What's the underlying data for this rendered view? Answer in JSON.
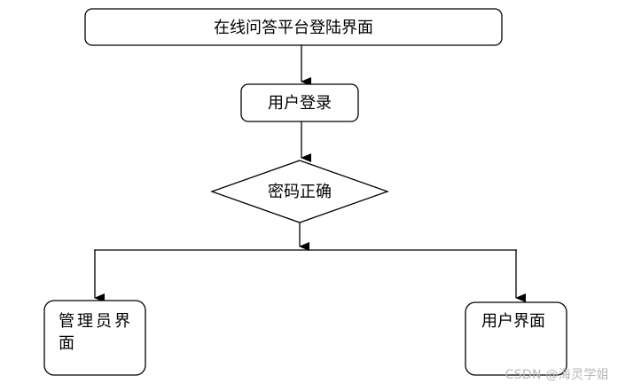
{
  "diagram": {
    "title_box": "在线问答平台登陆界面",
    "login_box": "用户登录",
    "decision": "密码正确",
    "admin_box_line1": "管理员界",
    "admin_box_line2": "面",
    "user_box": "用户界面"
  },
  "watermark": "CSDN @海灵学姐",
  "colors": {
    "stroke": "#000000",
    "background": "#ffffff",
    "watermark": "#b8b8b8"
  }
}
